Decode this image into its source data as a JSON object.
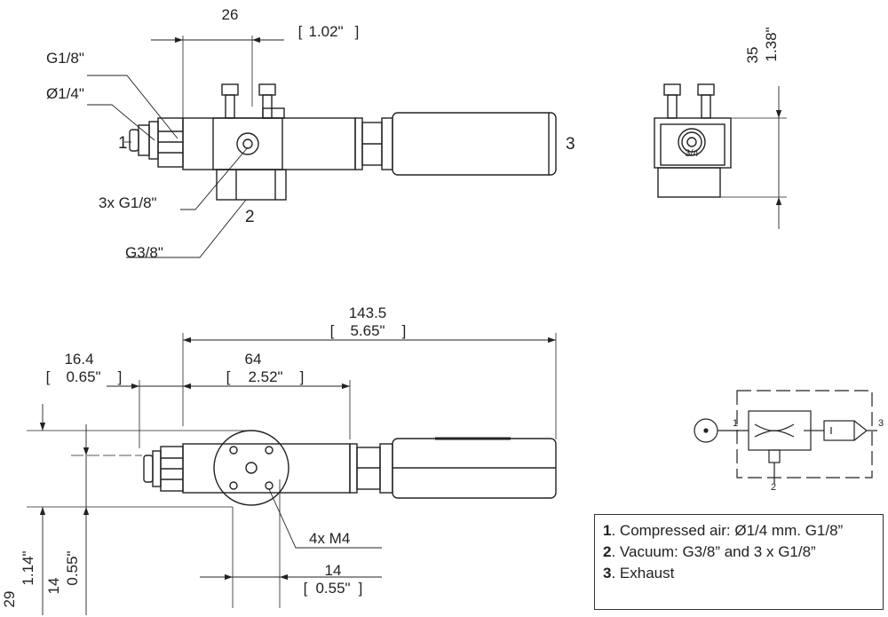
{
  "top_view": {
    "width_mm": "26",
    "width_in": "1.02\"",
    "height_mm": "35",
    "height_in": "1.38\"",
    "thread_label": "G1/8\"",
    "tube_label": "Ø1/4\"",
    "ports_label": "3x G1/8\"",
    "vacuum_thread_label": "G3/8\"",
    "callout_1": "1",
    "callout_2": "2",
    "callout_3": "3",
    "end_cap_text": "3/4"
  },
  "bottom_view": {
    "length_mm": "143.5",
    "length_in": "5.65\"",
    "offset_mm": "16.4",
    "offset_in": "0.65\"",
    "body_mm": "64",
    "body_in": "2.52\"",
    "height_mm": "29",
    "height_in": "1.14\"",
    "center_mm": "14",
    "center_in": "0.55\"",
    "flange_mm": "14",
    "flange_in": "0.55\"",
    "mount_label": "4x M4"
  },
  "schematic": {
    "port_1": "1",
    "port_2": "2",
    "port_3": "3"
  },
  "legend": {
    "items": [
      {
        "num": "1",
        "text": ". Compressed air: Ø1/4 mm. G1/8”"
      },
      {
        "num": "2",
        "text": ". Vacuum: G3/8” and 3 x G1/8”"
      },
      {
        "num": "3",
        "text": ". Exhaust"
      }
    ]
  }
}
